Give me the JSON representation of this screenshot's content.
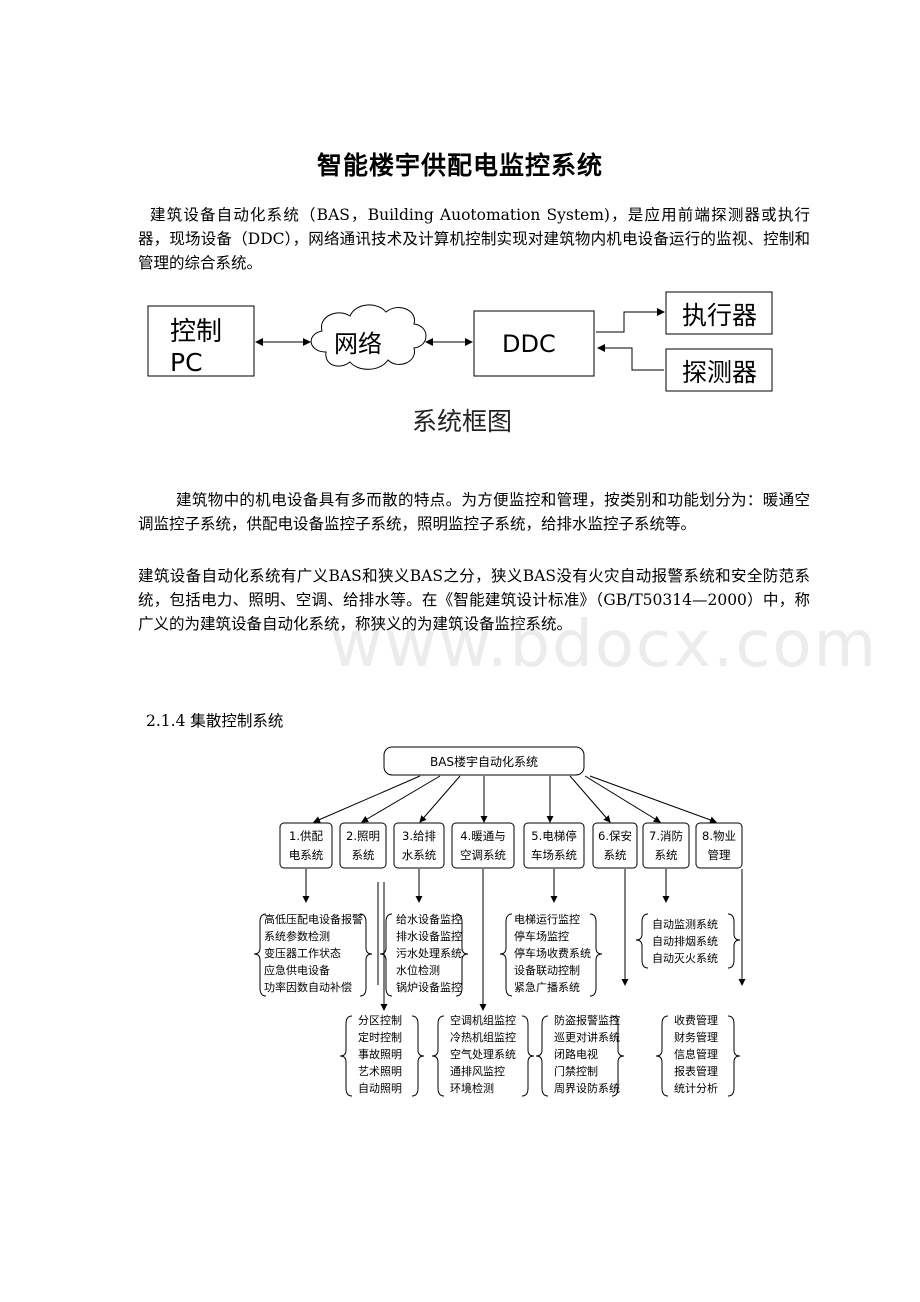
{
  "document": {
    "title": "智能楼宇供配电监控系统",
    "paragraph1": "建筑设备自动化系统（BAS，Building Auotomation System)，是应用前端探测器或执行器，现场设备（DDC），网络通讯技术及计算机控制实现对建筑物内机电设备运行的监视、控制和管理的综合系统。",
    "paragraph2": "建筑物中的机电设备具有多而散的特点。为方便监控和管理，按类别和功能划分为：暖通空调监控子系统，供配电设备监控子系统，照明监控子系统，给排水监控子系统等。",
    "paragraph3": "建筑设备自动化系统有广义BAS和狭义BAS之分，狭义BAS没有火灾自动报警系统和安全防范系统，包括电力、照明、空调、给排水等。在《智能建筑设计标准》（GB/T50314—2000）中，称广义的为建筑设备自动化系统，称狭义的为建筑设备监控系统。",
    "section_heading": "2.1.4  集散控制系统",
    "watermark": "www.bdocx.com"
  },
  "block_diagram": {
    "pc_line1": "控制",
    "pc_line2": "PC",
    "network": "网络",
    "ddc": "DDC",
    "actuator": "执行器",
    "detector": "探测器",
    "caption": "系统框图"
  },
  "tree_diagram": {
    "root": "BAS楼宇自动化系统",
    "subsystems": [
      {
        "line1": "1.供配",
        "line2": "电系统"
      },
      {
        "line1": "2.照明",
        "line2": "系统"
      },
      {
        "line1": "3.给排",
        "line2": "水系统"
      },
      {
        "line1": "4.暖通与",
        "line2": "空调系统"
      },
      {
        "line1": "5.电梯停",
        "line2": "车场系统"
      },
      {
        "line1": "6.保安",
        "line2": "系统"
      },
      {
        "line1": "7.消防",
        "line2": "系统"
      },
      {
        "line1": "8.物业",
        "line2": "管理"
      }
    ],
    "group_power": [
      "高低压配电设备报警",
      "系统参数检测",
      "变压器工作状态",
      "应急供电设备",
      "功率因数自动补偿"
    ],
    "group_water": [
      "给水设备监控",
      "排水设备监控",
      "污水处理系统",
      "水位检测",
      "锅炉设备监控"
    ],
    "group_elevator": [
      "电梯运行监控",
      "停车场监控",
      "停车场收费系统",
      "设备联动控制",
      "紧急广播系统"
    ],
    "group_fire": [
      "自动监测系统",
      "自动排烟系统",
      "自动灭火系统"
    ],
    "group_lighting": [
      "分区控制",
      "定时控制",
      "事故照明",
      "艺术照明",
      "自动照明"
    ],
    "group_hvac": [
      "空调机组监控",
      "冷热机组监控",
      "空气处理系统",
      "通排风监控",
      "环境检测"
    ],
    "group_security": [
      "防盗报警监控",
      "巡更对讲系统",
      "闭路电视",
      "门禁控制",
      "周界设防系统"
    ],
    "group_property": [
      "收费管理",
      "财务管理",
      "信息管理",
      "报表管理",
      "统计分析"
    ]
  }
}
